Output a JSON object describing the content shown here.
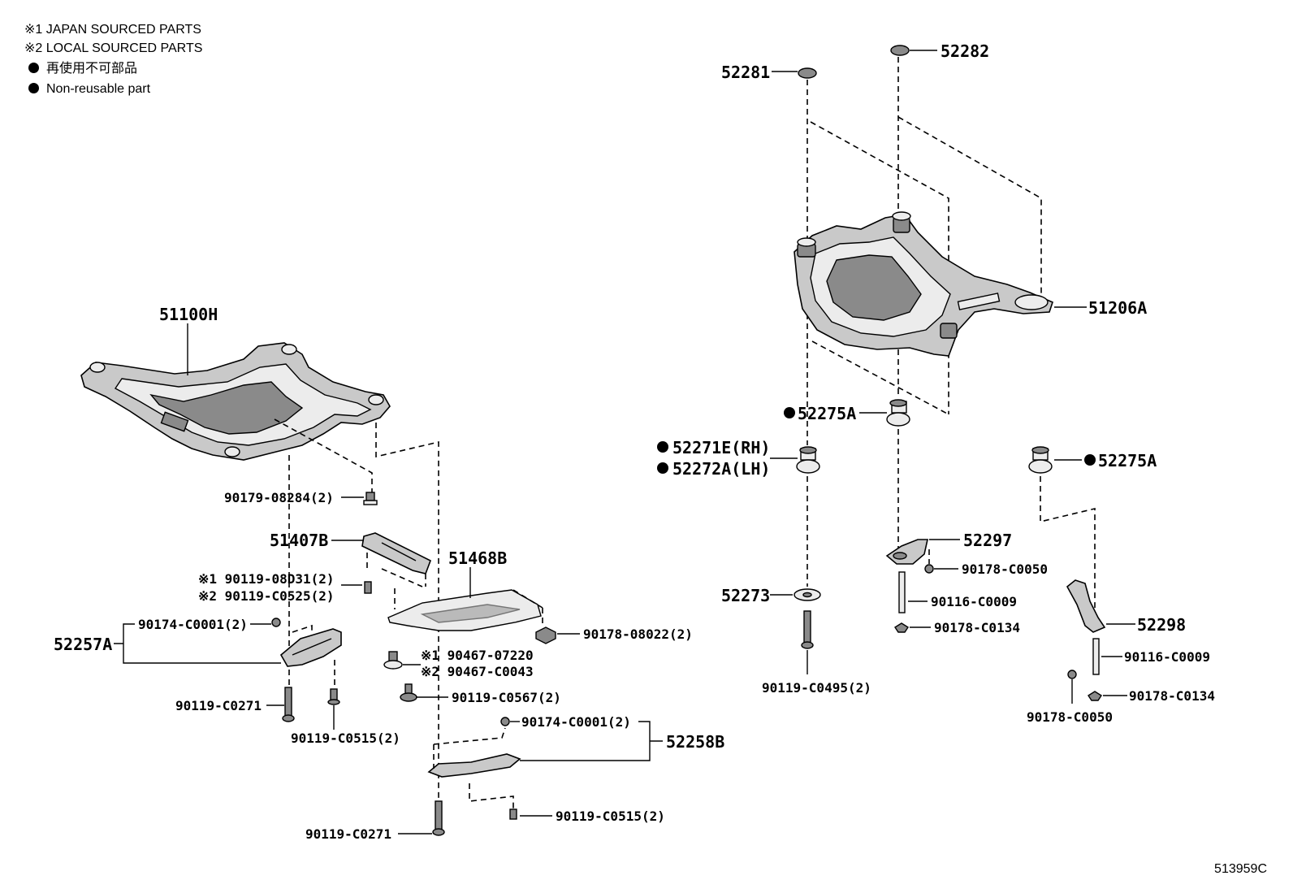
{
  "legend": {
    "japan": "※1 JAPAN SOURCED PARTS",
    "local": "※2 LOCAL SOURCED PARTS",
    "non_reusable_jp": "再使用不可部品",
    "non_reusable_en": "Non-reusable part"
  },
  "ref_number": "513959C",
  "labels": {
    "p51100H": "51100H",
    "p90179": "90179-08284(2)",
    "p51407B": "51407B",
    "p51468B": "51468B",
    "p90119_08D31": "※1 90119-08D31(2)",
    "p90119_C0525": "※2 90119-C0525(2)",
    "p90174_left": "90174-C0001(2)",
    "p52257A": "52257A",
    "p90467_07220": "※1 90467-07220",
    "p90467_C0043": "※2 90467-C0043",
    "p90178_08022": "90178-08022(2)",
    "p90119_C0567": "90119-C0567(2)",
    "p90119_C0271_a": "90119-C0271",
    "p90119_C0515_a": "90119-C0515(2)",
    "p90174_right": "90174-C0001(2)",
    "p52258B": "52258B",
    "p90119_C0515_b": "90119-C0515(2)",
    "p90119_C0271_b": "90119-C0271",
    "p52281": "52281",
    "p52282": "52282",
    "p51206A": "51206A",
    "p52275A_a": "52275A",
    "p52271E": "52271E(RH)",
    "p52272A": "52272A(LH)",
    "p52275A_b": "52275A",
    "p52297": "52297",
    "p90178_C0050_a": "90178-C0050",
    "p90116_C0009_a": "90116-C0009",
    "p90178_C0134_a": "90178-C0134",
    "p52273": "52273",
    "p90119_C0495": "90119-C0495(2)",
    "p52298": "52298",
    "p90116_C0009_b": "90116-C0009",
    "p90178_C0134_b": "90178-C0134",
    "p90178_C0050_b": "90178-C0050"
  }
}
